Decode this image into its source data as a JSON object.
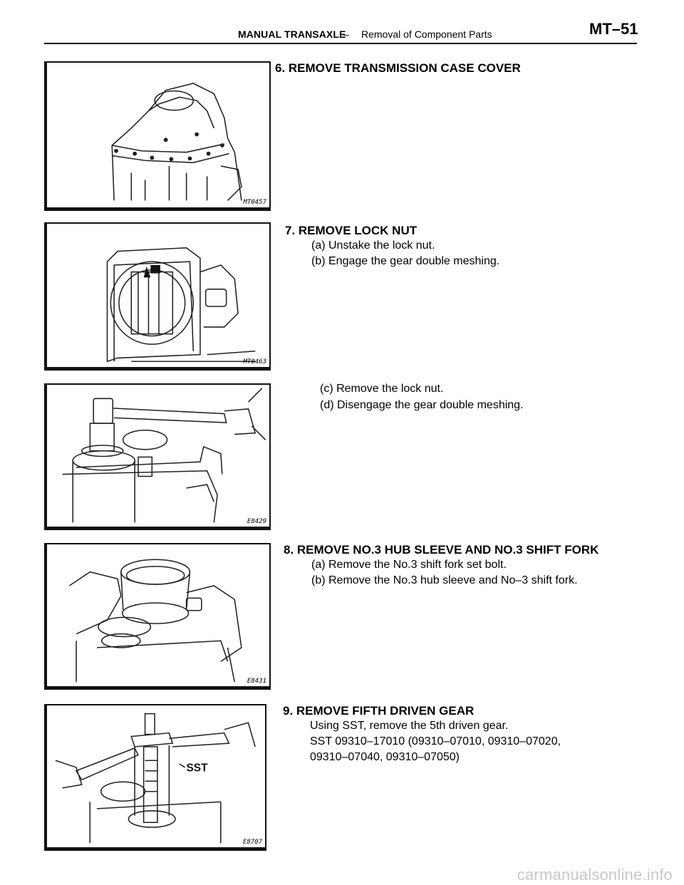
{
  "header": {
    "section": "MANUAL TRANSAXLE",
    "separator": "–",
    "topic": "Removal of Component Parts",
    "page": "MT–51"
  },
  "figures": {
    "fig1": {
      "code": "MT0457"
    },
    "fig2": {
      "code": "MT0463"
    },
    "fig3": {
      "code": "E8429"
    },
    "fig4": {
      "code": "E8431"
    },
    "fig5": {
      "code": "E8707",
      "label": "SST"
    }
  },
  "steps": {
    "s6": {
      "title": "6. REMOVE TRANSMISSION CASE COVER"
    },
    "s7": {
      "title": "7. REMOVE LOCK NUT",
      "lines": [
        "(a) Unstake the lock nut.",
        "(b) Engage the gear double meshing.",
        "(c) Remove the lock nut.",
        "(d) Disengage the gear double meshing."
      ]
    },
    "s8": {
      "title": "8. REMOVE NO.3 HUB SLEEVE AND NO.3 SHIFT FORK",
      "lines": [
        "(a) Remove the No.3 shift fork set bolt.",
        "(b) Remove the No.3 hub sleeve and No–3 shift fork."
      ]
    },
    "s9": {
      "title": "9. REMOVE FIFTH DRIVEN GEAR",
      "lines": [
        "Using SST, remove the 5th driven gear.",
        "SST  09310–17010  (09310–07010,  09310–07020,",
        "09310–07040,  09310–07050)"
      ]
    }
  },
  "footer": {
    "watermark": "carmanualsonline.info"
  }
}
